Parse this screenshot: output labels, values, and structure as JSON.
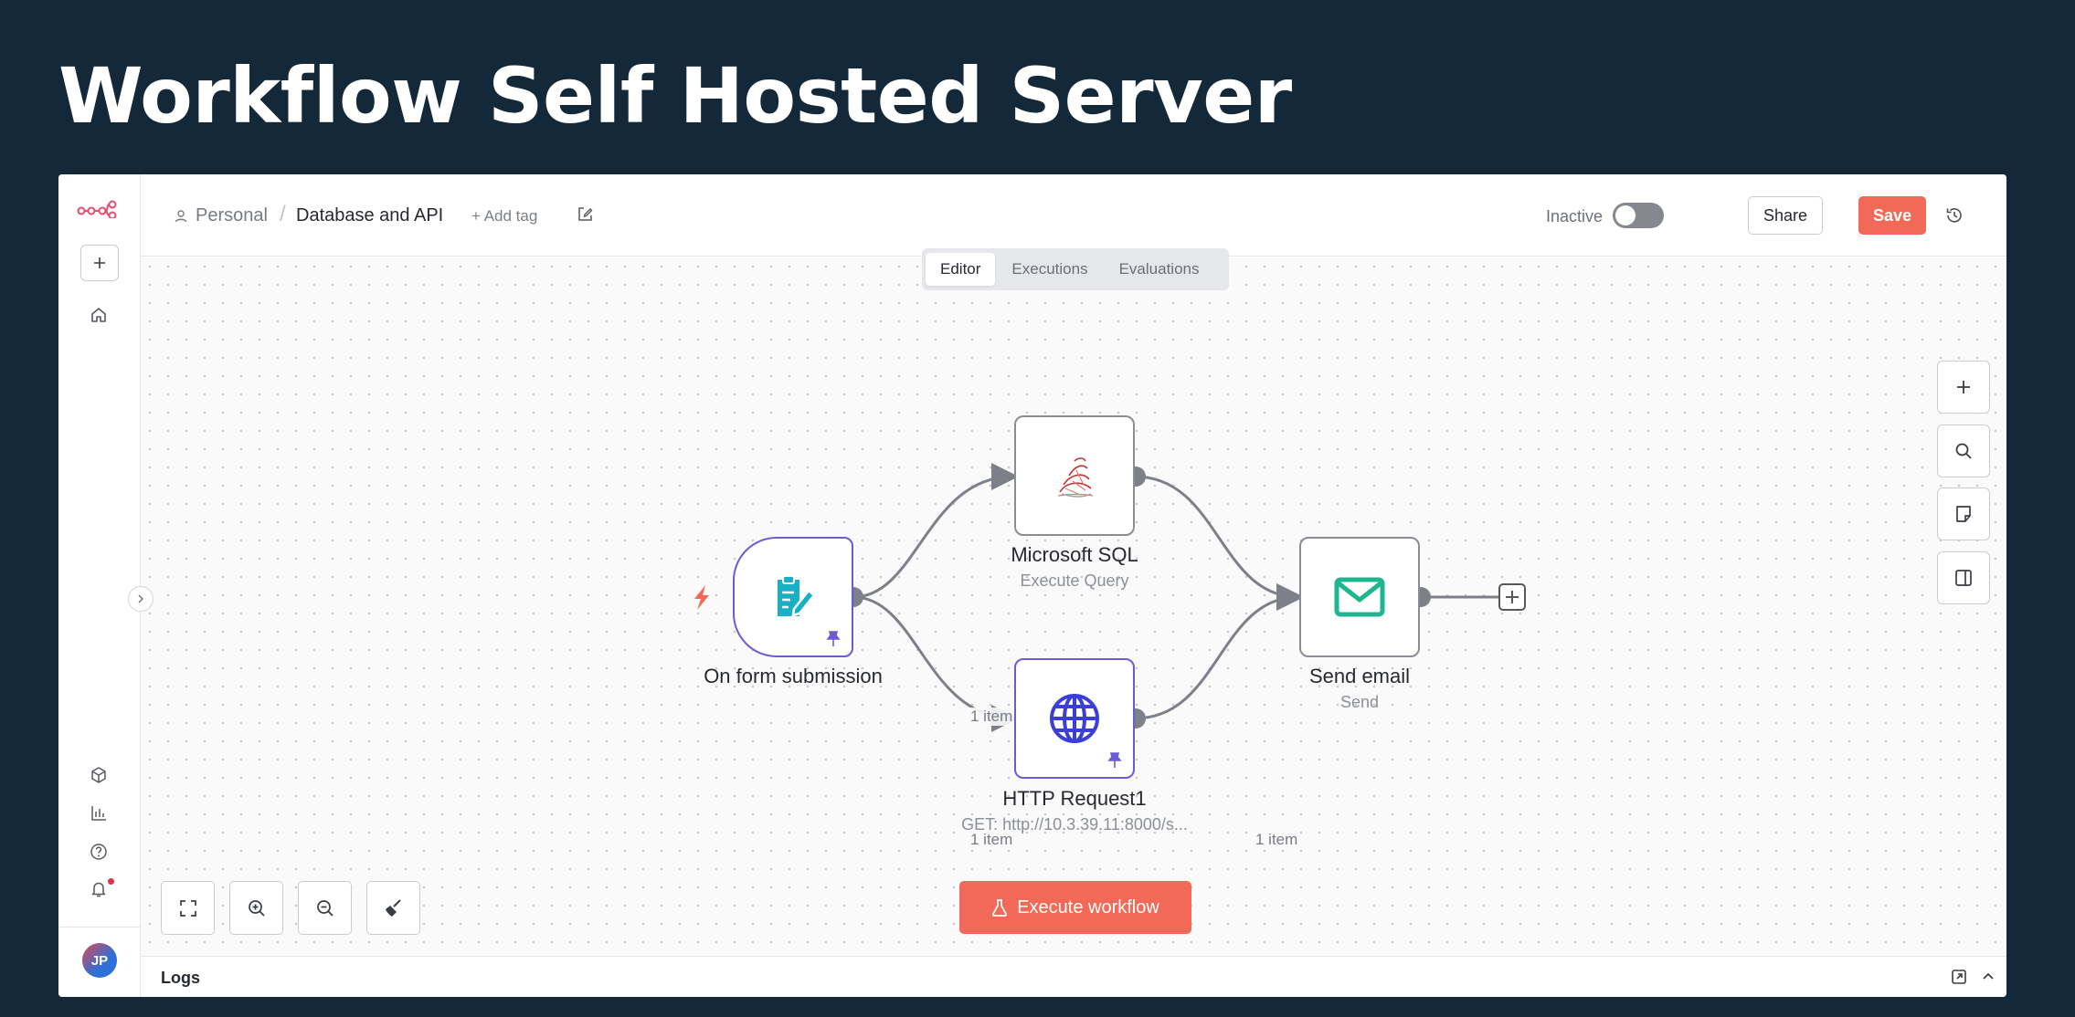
{
  "slide": {
    "title": "Workflow Self Hosted Server"
  },
  "header": {
    "breadcrumb_project": "Personal",
    "breadcrumb_separator": "/",
    "workflow_name": "Database and API",
    "add_tag": "+ Add tag",
    "status": "Inactive",
    "share_label": "Share",
    "save_label": "Save",
    "more_label": "···"
  },
  "tabs": [
    {
      "label": "Editor",
      "active": true
    },
    {
      "label": "Executions",
      "active": false
    },
    {
      "label": "Evaluations",
      "active": false
    }
  ],
  "avatar": {
    "initials": "JP"
  },
  "nodes": {
    "trigger": {
      "title": "On form submission",
      "subtitle": ""
    },
    "sql": {
      "title": "Microsoft SQL",
      "subtitle": "Execute Query"
    },
    "http": {
      "title": "HTTP Request1",
      "subtitle": "GET: http://10.3.39.11:8000/s..."
    },
    "email": {
      "title": "Send email",
      "subtitle": "Send"
    }
  },
  "edge_labels": {
    "trigger_to_sql": "1 item",
    "trigger_to_http": "1 item",
    "http_to_email": "1 item"
  },
  "canvas": {
    "execute_label": "Execute workflow"
  },
  "logs": {
    "label": "Logs"
  },
  "colors": {
    "accent": "#f36957",
    "pinned": "#6c5bd6",
    "email_icon": "#1fb58f",
    "http_icon": "#3b3fd8",
    "background": "#132838"
  }
}
